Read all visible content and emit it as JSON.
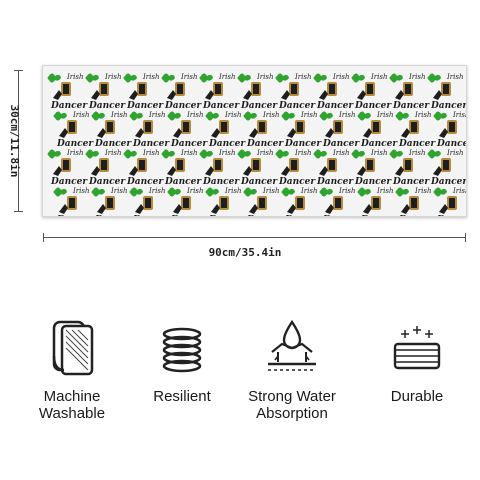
{
  "dimensions": {
    "height_label": "30cm/11.8in",
    "width_label": "90cm/35.4in"
  },
  "pattern": {
    "repeat_text_line1": "Irish",
    "repeat_text_line2": "Dancer",
    "colors": {
      "shamrock": "#2fa52f",
      "figure": "#1e1e1e",
      "accent": "#b68b3c",
      "background": "#f4f4f4"
    }
  },
  "features": [
    {
      "icon": "towel-icon",
      "line1": "Machine",
      "line2": "Washable"
    },
    {
      "icon": "spring-icon",
      "line1": "Resilient",
      "line2": ""
    },
    {
      "icon": "water-drop-icon",
      "line1": "Strong Water",
      "line2": "Absorption"
    },
    {
      "icon": "fabric-stack-icon",
      "line1": "Durable",
      "line2": ""
    }
  ]
}
